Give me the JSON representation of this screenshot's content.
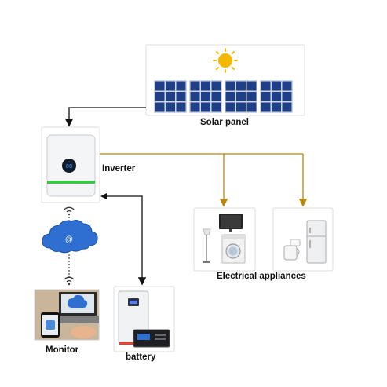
{
  "labels": {
    "solar_panel": "Solar panel",
    "inverter": "Inverter",
    "electrical_appliances": "Electrical appliances",
    "monitor": "Monitor",
    "battery": "battery",
    "cloud_symbol": "@"
  },
  "colors": {
    "dc_line": "#111111",
    "ac_line": "#b8860b",
    "cloud": "#2f6fd1",
    "panel_cell": "#1f3f86",
    "sun": "#f5b800",
    "inverter_display": "#0b5ed7",
    "inverter_stripe": "#3ec24a"
  },
  "icons": [
    "sun-icon",
    "wifi-icon",
    "cloud-icon",
    "tv-icon",
    "lamp-icon",
    "washing-machine-icon",
    "fridge-icon",
    "kettle-icon"
  ]
}
